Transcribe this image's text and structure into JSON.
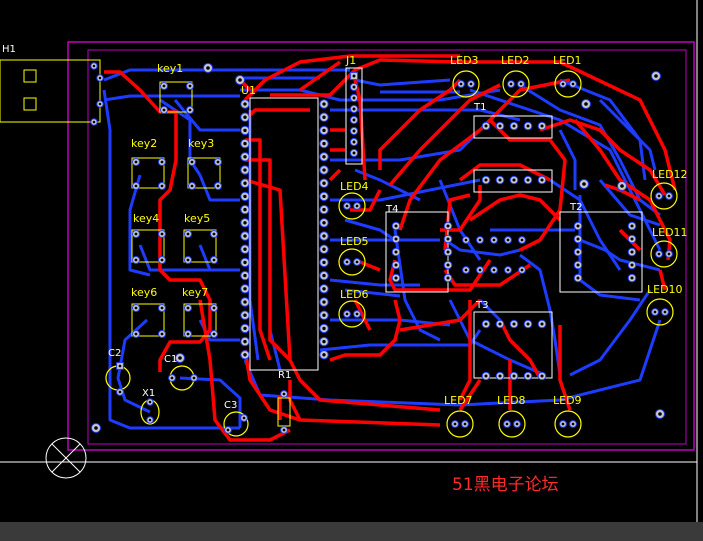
{
  "colors": {
    "background": "#000000",
    "board_outline": "#c000c0",
    "keepout": "#ffffff",
    "top_trace": "#ff0000",
    "bottom_trace": "#1e3cff",
    "silkscreen": "#ffff00",
    "pad": "#c8c8c8",
    "watermark": "#ff2a2a"
  },
  "labels": {
    "h1": "H1",
    "key1": "key1",
    "key2": "key2",
    "key3": "key3",
    "key4": "key4",
    "key5": "key5",
    "key6": "key6",
    "key7": "key7",
    "u1": "U1",
    "j1": "J1",
    "led1": "LED1",
    "led2": "LED2",
    "led3": "LED3",
    "led4": "LED4",
    "led5": "LED5",
    "led6": "LED6",
    "led7": "LED7",
    "led8": "LED8",
    "led9": "LED9",
    "led10": "LED10",
    "led11": "LED11",
    "led12": "LED12",
    "t1": "T1",
    "t2": "T2",
    "t3": "T3",
    "t4": "T4",
    "c1": "C1",
    "c2": "C2",
    "c3": "C3",
    "x1": "X1",
    "r1": "R1"
  },
  "watermark": "51黑电子论坛"
}
